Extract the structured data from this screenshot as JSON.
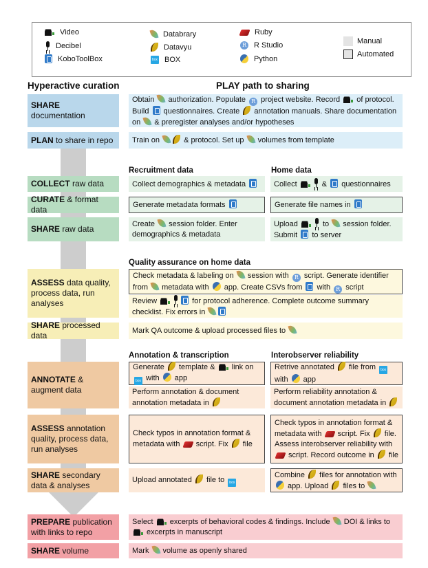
{
  "legend": {
    "items": [
      {
        "icon": "video",
        "label": "Video"
      },
      {
        "icon": "mic",
        "label": "Decibel"
      },
      {
        "icon": "kobo",
        "label": "KoboToolBox"
      },
      {
        "icon": "databrary",
        "label": "Databrary"
      },
      {
        "icon": "datavyu",
        "label": "Datavyu"
      },
      {
        "icon": "box",
        "label": "BOX"
      },
      {
        "icon": "ruby",
        "label": "Ruby"
      },
      {
        "icon": "rstudio",
        "label": "R Studio"
      },
      {
        "icon": "python",
        "label": "Python"
      }
    ],
    "manual": "Manual",
    "automated": "Automated"
  },
  "headers": {
    "left": "Hyperactive curation",
    "right": "PLAY path to sharing",
    "recruitment": "Recruitment data",
    "home": "Home data",
    "qa": "Quality assurance on home data",
    "annotation": "Annotation & transcription",
    "interobserver": "Interobserver reliability"
  },
  "colors": {
    "blue": [
      "#b9d7eb",
      "#dceef8"
    ],
    "green": [
      "#b7dcc1",
      "#e5f2e7"
    ],
    "yellow": [
      "#f7eeb7",
      "#fdf8de"
    ],
    "orange": [
      "#efc9a2",
      "#fce9d9"
    ],
    "pink": [
      "#f2a0a5",
      "#f9cdd1"
    ]
  },
  "rows": [
    {
      "bold": "SHARE",
      "rest": " documentation",
      "color": "blue",
      "boxes": [
        {
          "parts": [
            {
              "t": "Obtain "
            },
            {
              "i": "databrary"
            },
            {
              "t": " authorization. Populate "
            },
            {
              "i": "rstudio"
            },
            {
              "t": " project website. Record "
            },
            {
              "i": "video"
            },
            {
              "t": " of protocol. Build "
            },
            {
              "i": "kobo"
            },
            {
              "t": " questionnaires. Create "
            },
            {
              "i": "datavyu"
            },
            {
              "t": " annotation manuals. Share documentation on "
            },
            {
              "i": "databrary"
            },
            {
              "t": " & preregister analyses and/or hypotheses"
            }
          ]
        }
      ]
    },
    {
      "bold": "PLAN",
      "rest": " to share in repo",
      "color": "blue",
      "boxes": [
        {
          "parts": [
            {
              "t": "Train on "
            },
            {
              "i": "databrary"
            },
            {
              "i": "datavyu"
            },
            {
              "t": " & protocol. Set up "
            },
            {
              "i": "databrary"
            },
            {
              "t": " volumes from template"
            }
          ]
        }
      ]
    },
    {
      "bold": "COLLECT",
      "rest": " raw data",
      "color": "green",
      "boxes": [
        {
          "parts": [
            {
              "t": "Collect demographics & metadata "
            },
            {
              "i": "kobo"
            }
          ]
        },
        {
          "parts": [
            {
              "t": "Collect "
            },
            {
              "i": "video"
            },
            {
              "i": "mic"
            },
            {
              "t": " & "
            },
            {
              "i": "kobo"
            },
            {
              "t": " questionnaires"
            }
          ]
        }
      ]
    },
    {
      "bold": "CURATE",
      "rest": " & format data",
      "color": "green",
      "boxes": [
        {
          "auto": true,
          "parts": [
            {
              "t": "Generate metadata formats "
            },
            {
              "i": "kobo"
            }
          ]
        },
        {
          "auto": true,
          "parts": [
            {
              "t": "Generate file names in "
            },
            {
              "i": "kobo"
            }
          ]
        }
      ]
    },
    {
      "bold": "SHARE",
      "rest": " raw data",
      "color": "green",
      "boxes": [
        {
          "parts": [
            {
              "t": "Create "
            },
            {
              "i": "databrary"
            },
            {
              "t": " session folder. Enter demographics & metadata"
            }
          ]
        },
        {
          "parts": [
            {
              "t": "Upload "
            },
            {
              "i": "video"
            },
            {
              "i": "mic"
            },
            {
              "t": " to "
            },
            {
              "i": "databrary"
            },
            {
              "t": " session folder. Submit "
            },
            {
              "i": "kobo"
            },
            {
              "t": " to server"
            }
          ]
        }
      ]
    },
    {
      "bold": "ASSESS",
      "rest": " data quality, process data, run analyses",
      "color": "yellow",
      "boxes": [
        {
          "auto": true,
          "parts": [
            {
              "t": "Check metadata & labeling on "
            },
            {
              "i": "databrary"
            },
            {
              "t": " session with "
            },
            {
              "i": "rstudio"
            },
            {
              "t": " script. Generate identifier from "
            },
            {
              "i": "databrary"
            },
            {
              "t": " metadata with "
            },
            {
              "i": "python"
            },
            {
              "t": " app. Create CSVs from "
            },
            {
              "i": "kobo"
            },
            {
              "t": " with "
            },
            {
              "i": "rstudio"
            },
            {
              "t": " script"
            }
          ]
        },
        {
          "parts": [
            {
              "t": "Review "
            },
            {
              "i": "video"
            },
            {
              "i": "mic"
            },
            {
              "i": "kobo"
            },
            {
              "t": " for protocol adherence. Complete outcome summary checklist. Fix errors in "
            },
            {
              "i": "databrary"
            },
            {
              "i": "kobo"
            }
          ]
        }
      ]
    },
    {
      "bold": "SHARE",
      "rest": " processed data",
      "color": "yellow",
      "boxes": [
        {
          "parts": [
            {
              "t": "Mark QA outcome & upload processed files to "
            },
            {
              "i": "databrary"
            }
          ]
        }
      ]
    },
    {
      "bold": "ANNOTATE",
      "rest": " & augment data",
      "color": "orange",
      "boxes": [
        {
          "auto": true,
          "parts": [
            {
              "t": "Generate "
            },
            {
              "i": "datavyu"
            },
            {
              "t": " template & "
            },
            {
              "i": "video"
            },
            {
              "t": " link on "
            },
            {
              "i": "box"
            },
            {
              "t": " with "
            },
            {
              "i": "python"
            },
            {
              "t": " app"
            }
          ]
        },
        {
          "parts": [
            {
              "t": "Perform annotation & document annotation metadata in "
            },
            {
              "i": "datavyu"
            }
          ]
        },
        {
          "auto": true,
          "parts": [
            {
              "t": "Retrive annotated "
            },
            {
              "i": "datavyu"
            },
            {
              "t": " file from "
            },
            {
              "i": "box"
            },
            {
              "t": " with "
            },
            {
              "i": "python"
            },
            {
              "t": " app"
            }
          ]
        },
        {
          "parts": [
            {
              "t": "Perform reliability annotation & document annotation metadata in "
            },
            {
              "i": "datavyu"
            }
          ]
        }
      ]
    },
    {
      "bold": "ASSESS",
      "rest": " annotation quality, process data, run analyses",
      "color": "orange",
      "boxes": [
        {
          "auto": true,
          "parts": [
            {
              "t": "Check typos in annotation format & metadata with "
            },
            {
              "i": "ruby"
            },
            {
              "t": " script. Fix "
            },
            {
              "i": "datavyu"
            },
            {
              "t": " file"
            }
          ]
        },
        {
          "auto": true,
          "parts": [
            {
              "t": "Check typos in annotation format & metadata with "
            },
            {
              "i": "ruby"
            },
            {
              "t": " script. Fix "
            },
            {
              "i": "datavyu"
            },
            {
              "t": " file. Assess interobserver reliability with "
            },
            {
              "i": "ruby"
            },
            {
              "t": " script. Record outcome in "
            },
            {
              "i": "datavyu"
            },
            {
              "t": " file"
            }
          ]
        }
      ]
    },
    {
      "bold": "SHARE",
      "rest": " secondary data & analyses",
      "color": "orange",
      "boxes": [
        {
          "parts": [
            {
              "t": "Upload annotated "
            },
            {
              "i": "datavyu"
            },
            {
              "t": " file to "
            },
            {
              "i": "box"
            }
          ]
        },
        {
          "auto": true,
          "parts": [
            {
              "t": "Combine "
            },
            {
              "i": "datavyu"
            },
            {
              "t": " files for annotation with "
            },
            {
              "i": "python"
            },
            {
              "t": " app. Upload "
            },
            {
              "i": "datavyu"
            },
            {
              "t": " files to "
            },
            {
              "i": "databrary"
            }
          ]
        }
      ]
    },
    {
      "bold": "PREPARE",
      "rest": " publication with links to repo",
      "color": "pink",
      "boxes": [
        {
          "parts": [
            {
              "t": "Select "
            },
            {
              "i": "video"
            },
            {
              "t": " excerpts of behavioral codes & findings. Include "
            },
            {
              "i": "databrary"
            },
            {
              "t": " DOI & links to "
            },
            {
              "i": "video"
            },
            {
              "t": " excerpts in manuscript"
            }
          ]
        }
      ]
    },
    {
      "bold": "SHARE",
      "rest": " volume",
      "color": "pink",
      "boxes": [
        {
          "parts": [
            {
              "t": "Mark "
            },
            {
              "i": "databrary"
            },
            {
              "t": " volume as openly shared"
            }
          ]
        }
      ]
    }
  ]
}
